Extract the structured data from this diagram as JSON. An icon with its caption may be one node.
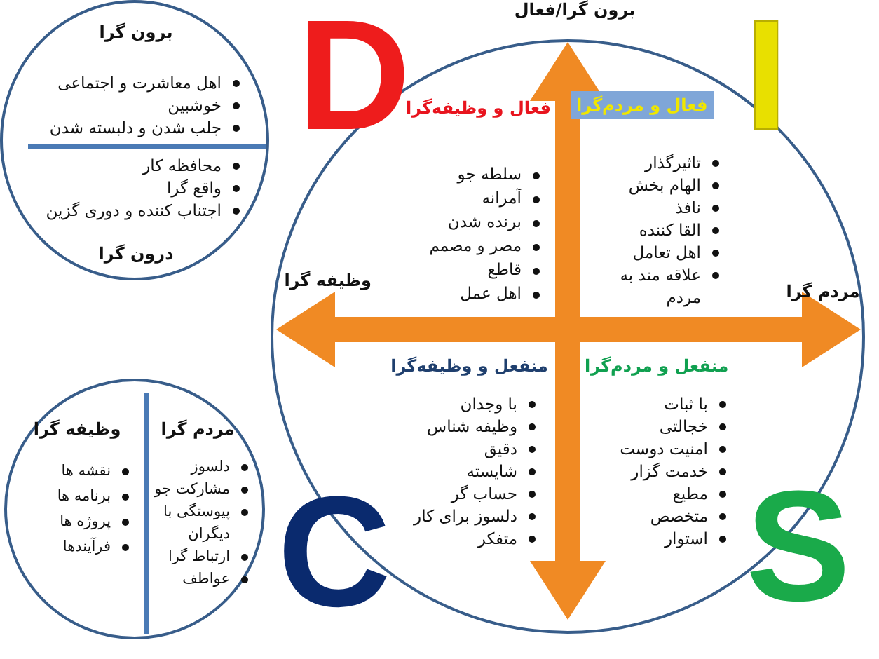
{
  "diagram": {
    "nodes": [
      {
        "text": [
          "برون گرا",
          "اهل معاشرت و اجتماعی",
          "خوشبین",
          "جلب شدن و دلبسته شدن",
          "محافظه کار",
          "واقع گرا",
          "اجتناب کننده و دوری گزین",
          "درون گرا"
        ]
      },
      {
        "text": [
          "وظیفه گرا",
          "نقشه ها",
          "برنامه ها",
          "پروژه ها",
          "فرآیندها",
          "مردم گرا",
          "دلسوز",
          "مشارکت جو",
          "پیوستگی با دیگران",
          "ارتباط گرا",
          "عواطف"
        ]
      },
      {
        "text": [],
        "shape": "circle"
      },
      {
        "text": [
          "فعال و وظیفه‌گرا",
          "سلطه جو",
          "آمرانه",
          "برنده شدن",
          "مصر و مصمم",
          "قاطع",
          "اهل عمل"
        ],
        "in": 2
      },
      {
        "text": [
          "فعال و مردم‌گرا",
          "تاثیرگذار",
          "الهام بخش",
          "نافذ",
          "القا کننده",
          "اهل تعامل",
          "علاقه مند به مردم"
        ],
        "in": 2
      },
      {
        "text": [
          "منفعل و وظیفه‌گرا",
          "با وجدان",
          "وظیفه شناس",
          "دقیق",
          "شایسته",
          "حساب گر",
          "دلسوز برای کار",
          "متفکر"
        ],
        "in": 2
      },
      {
        "text": [
          "منفعل و مردم‌گرا",
          "با ثبات",
          "خجالتی",
          "امنیت دوست",
          "خدمت گزار",
          "مطیع",
          "متخصص",
          "استوار"
        ],
        "in": 2
      },
      {
        "text": [
          "برون گرا/فعال"
        ]
      },
      {
        "text": [
          "وظیفه گرا"
        ],
        "in": 2
      },
      {
        "text": [
          "مردم گرا"
        ],
        "in": 2
      }
    ],
    "edges": [
      {
        "from": null,
        "to": 7,
        "arrow": "both"
      },
      {
        "from": 8,
        "to": 9,
        "arrow": "both"
      }
    ],
    "labels": [
      "D",
      "I",
      "C",
      "S"
    ]
  }
}
